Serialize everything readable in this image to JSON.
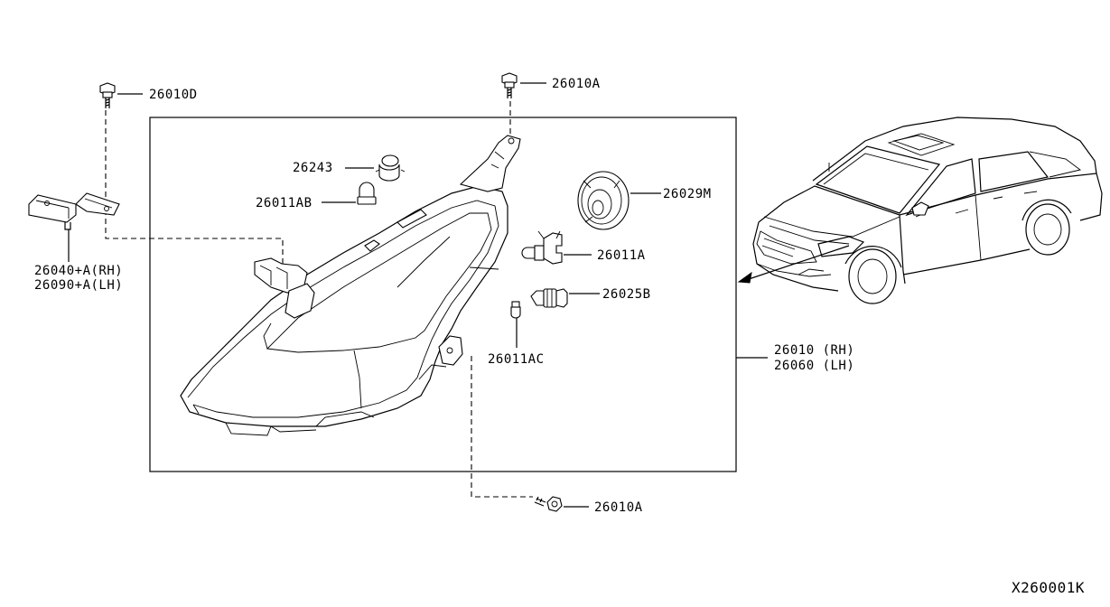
{
  "diagram": {
    "code": "X260001K",
    "labels": {
      "bolt_top_left": "26010D",
      "bolt_top": "26010A",
      "bolt_bottom": "26010A",
      "bulb_holder_small": "26243",
      "bulb_small": "26011AB",
      "cap": "26029M",
      "bulb_main": "26011A",
      "socket": "26025B",
      "bulb_side": "26011AC",
      "bracket_rh": "26040+A(RH)",
      "bracket_lh": "26090+A(LH)",
      "lamp_rh": "26010 (RH)",
      "lamp_lh": "26060 (LH)"
    }
  }
}
